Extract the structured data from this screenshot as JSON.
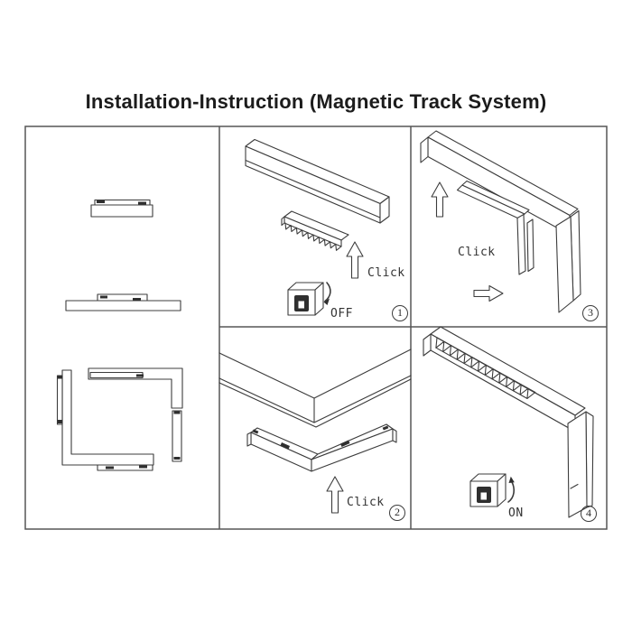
{
  "title": "Installation-Instruction (Magnetic Track System)",
  "colors": {
    "line": "#3c3c3c",
    "grid": "#565656",
    "background": "#ffffff",
    "text": "#333333"
  },
  "steps": {
    "step1": {
      "number": "1",
      "action_label": "Click",
      "switch_label": "OFF"
    },
    "step2": {
      "number": "2",
      "action_label": "Click"
    },
    "step3": {
      "number": "3",
      "action_label": "Click"
    },
    "step4": {
      "number": "4",
      "switch_label": "ON"
    }
  }
}
